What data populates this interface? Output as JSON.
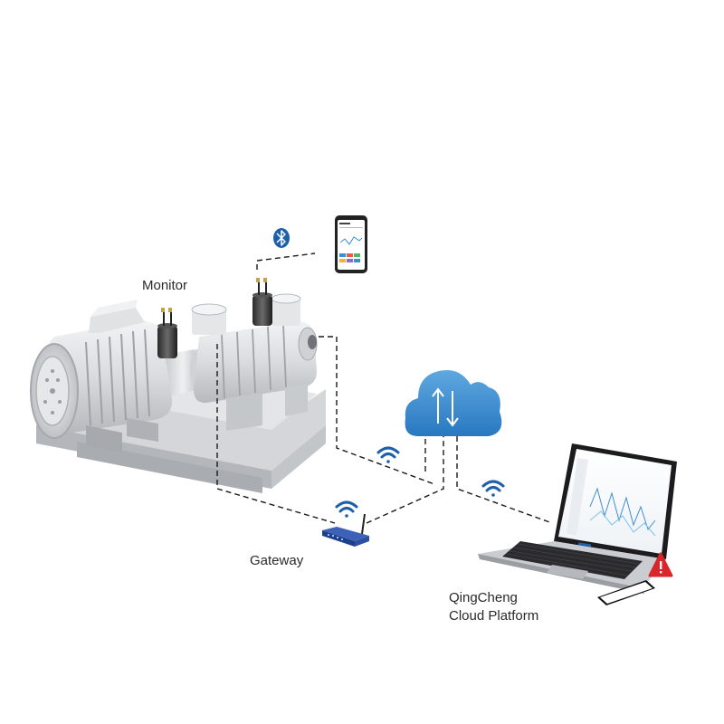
{
  "labels": {
    "monitor": "Monitor",
    "gateway": "Gateway",
    "cloud_line1": "QingCheng",
    "cloud_line2": "Cloud Platform"
  },
  "icons": {
    "bluetooth": "bluetooth-icon",
    "wifi": "wifi-icon",
    "cloud": "cloud-upload-download-icon",
    "warning": "warning-triangle-icon",
    "router": "router-icon",
    "laptop": "laptop-icon",
    "smartphone": "smartphone-icon",
    "sensor": "vibration-sensor-icon",
    "pump": "pump-icon"
  },
  "colors": {
    "accent_blue": "#1d5fa8",
    "cloud_blue": "#3d8fd0",
    "router_blue": "#2c4fa0",
    "warning_red": "#d8262a",
    "line_dark": "#1a1a1a"
  }
}
